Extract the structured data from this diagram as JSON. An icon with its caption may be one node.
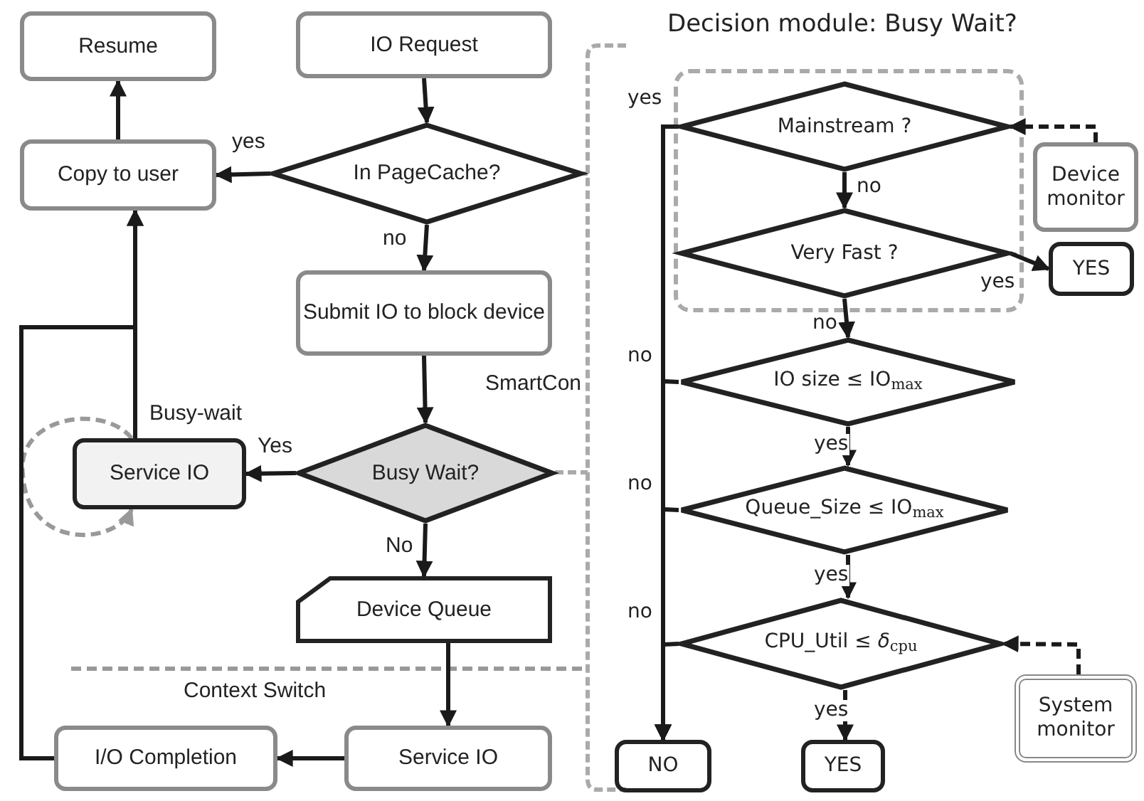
{
  "diagram": {
    "title": "Decision module: Busy Wait?",
    "nodes": [
      {
        "text": [
          "Resume"
        ]
      },
      {
        "text": [
          "IO Request"
        ]
      },
      {
        "text": [
          "In PageCache?"
        ]
      },
      {
        "text": [
          "Copy to user"
        ]
      },
      {
        "text": [
          "Submit IO to block device"
        ]
      },
      {
        "text": [
          "Busy Wait?"
        ]
      },
      {
        "text": [
          "Service IO"
        ]
      },
      {
        "text": [
          "Device Queue"
        ]
      },
      {
        "text": [
          "Service IO"
        ]
      },
      {
        "text": [
          "I/O Completion"
        ]
      },
      {
        "text": [
          "Mainstream ?"
        ]
      },
      {
        "text": [
          "Device monitor"
        ]
      },
      {
        "text": [
          "Very Fast ?"
        ]
      },
      {
        "text": [
          "YES"
        ]
      },
      {
        "text": [
          "IO size ≤ IO$_{max}$"
        ]
      },
      {
        "text": [
          "Queue_Size ≤ IO$_{max}$"
        ]
      },
      {
        "text": [
          "CPU_Util ≤ *δ*$_{cpu}$"
        ]
      },
      {
        "text": [
          "System monitor"
        ]
      },
      {
        "text": [
          "NO"
        ]
      },
      {
        "text": [
          "YES"
        ]
      }
    ],
    "edges": [
      {
        "from": 1,
        "to": 2,
        "arrow": "to"
      },
      {
        "from": 2,
        "to": 3,
        "arrow": "to",
        "label": "yes"
      },
      {
        "from": 2,
        "to": 4,
        "arrow": "to",
        "label": "no"
      },
      {
        "from": 3,
        "to": 0,
        "arrow": "to"
      },
      {
        "from": 4,
        "to": 5,
        "arrow": "to",
        "label": "SmartCon"
      },
      {
        "from": 5,
        "to": 6,
        "arrow": "to",
        "label": "Yes"
      },
      {
        "from": 5,
        "to": 7,
        "arrow": "to",
        "label": "No"
      },
      {
        "from": 6,
        "to": 3,
        "arrow": "to",
        "label": "Busy-wait"
      },
      {
        "from": 6,
        "to": 6,
        "arrow": "to",
        "style": "dashed",
        "color": "#999999"
      },
      {
        "from": 7,
        "to": 8,
        "arrow": "to"
      },
      {
        "from": 8,
        "to": 9,
        "arrow": "to"
      },
      {
        "from": 9,
        "to": 3,
        "arrow": "to"
      },
      {
        "from": 10,
        "to": 18,
        "arrow": "to",
        "label": "yes"
      },
      {
        "from": 10,
        "to": 12,
        "arrow": "to",
        "label": "no"
      },
      {
        "from": 12,
        "to": 13,
        "arrow": "to",
        "label": "yes"
      },
      {
        "from": 12,
        "to": 14,
        "arrow": "to",
        "label": "no"
      },
      {
        "from": 14,
        "to": 18,
        "arrow": "to",
        "label": "no"
      },
      {
        "from": 14,
        "to": 15,
        "arrow": "to",
        "label": "yes"
      },
      {
        "from": 15,
        "to": 18,
        "arrow": "to",
        "label": "no"
      },
      {
        "from": 15,
        "to": 16,
        "arrow": "to",
        "label": "yes"
      },
      {
        "from": 16,
        "to": 18,
        "arrow": "to",
        "label": "no"
      },
      {
        "from": 16,
        "to": 19,
        "arrow": "to",
        "label": "yes"
      },
      {
        "from": 11,
        "to": 10,
        "arrow": "to",
        "style": "dashed"
      },
      {
        "from": 17,
        "to": 16,
        "arrow": "to",
        "style": "dashed"
      }
    ],
    "labels": [
      "Context Switch"
    ]
  }
}
